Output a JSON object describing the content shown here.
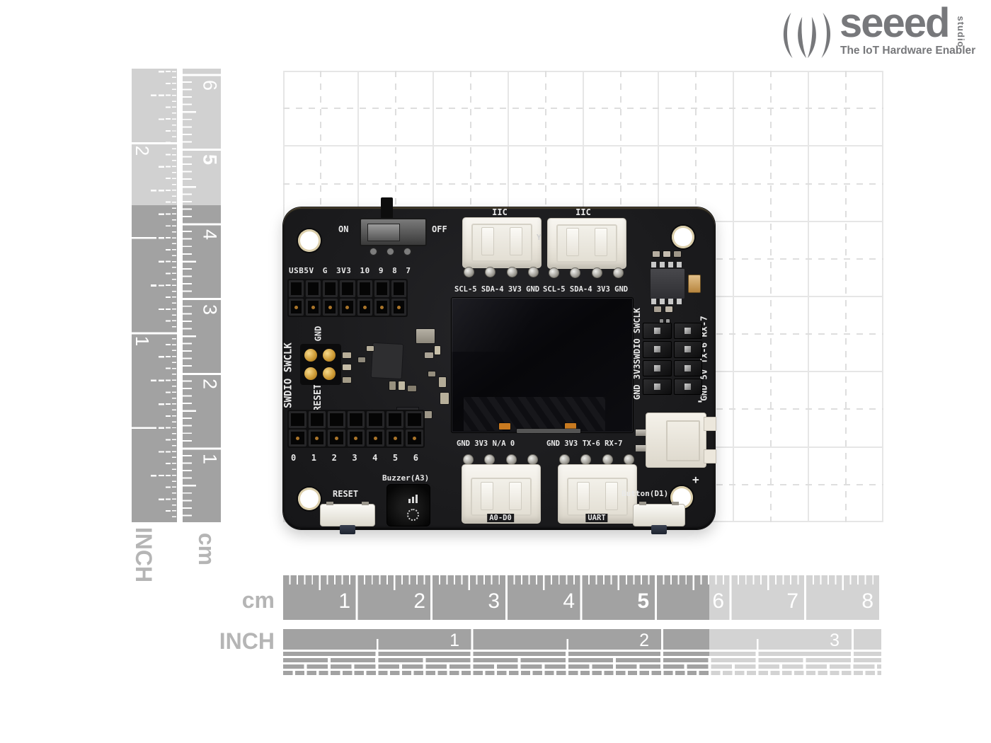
{
  "logo": {
    "brand": "seeed",
    "studio": "studio",
    "tagline": "The IoT Hardware Enabler",
    "color": "#77787b"
  },
  "rulers": {
    "left_inch": {
      "label": "INCH",
      "numbers": [
        "2",
        "1"
      ]
    },
    "left_cm": {
      "label": "cm",
      "numbers": [
        "6",
        "5",
        "4",
        "3",
        "2",
        "1"
      ]
    },
    "bottom_cm": {
      "label": "cm",
      "numbers": [
        "1",
        "2",
        "3",
        "4",
        "5",
        "6",
        "7",
        "8"
      ]
    },
    "bottom_inch": {
      "label": "INCH",
      "numbers": [
        "1",
        "2",
        "3"
      ]
    }
  },
  "board": {
    "switch": {
      "on": "ON",
      "off": "OFF"
    },
    "top_header_pins": "USB5V G 3V3 10 9 8 7",
    "iic_labels": [
      "IIC",
      "IIC"
    ],
    "iic_pin_rows": [
      "SCL-5 SDA-4 3V3 GND",
      "SCL-5 SDA-4 3V3 GND"
    ],
    "y_mark": "Y",
    "gnd_vertical": "GND",
    "swd_vertical": "SWDIO SWCLK",
    "reset_vertical": "RESET",
    "header_col_inner": "GND 3V3SWDIO SWCLK",
    "header_col_outer": "GND 5V TX-6 RX-7",
    "grove_pin_rows": [
      "GND 3V3 N/A 0",
      "GND 3V3 TX-6 RX-7"
    ],
    "bottom_header_pins": [
      "0",
      "1",
      "2",
      "3",
      "4",
      "5",
      "6"
    ],
    "reset_button": "RESET",
    "buzzer": "Buzzer(A3)",
    "button": "Button(D1)",
    "grove_labels": [
      "A0-D0",
      "UART"
    ],
    "battery": {
      "minus": "-",
      "plus": "+"
    }
  },
  "colors": {
    "pcb": "#1d1d1f",
    "ruler_gray": "#a2a2a2",
    "connector_white": "#f1eee7",
    "silkscreen": "#e9e9e9",
    "logo_gray": "#77787b"
  }
}
